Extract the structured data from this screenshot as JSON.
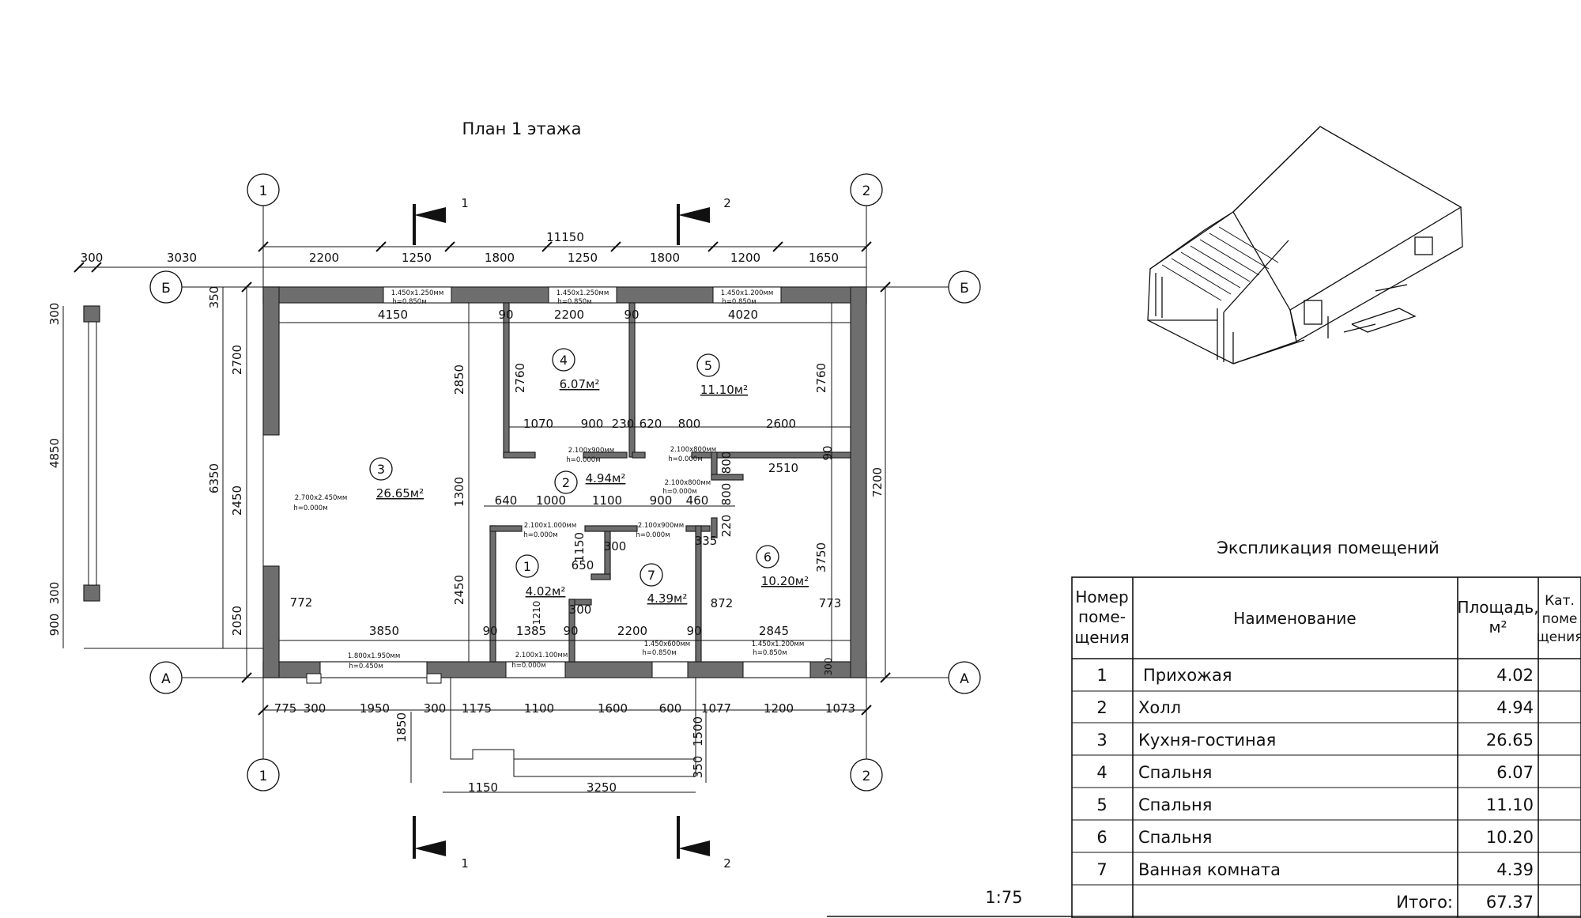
{
  "plan": {
    "title": "План 1 этажа",
    "scale": "1:75",
    "axes": {
      "one": "1",
      "two": "2",
      "a": "А",
      "b": "Б"
    },
    "sections": {
      "one": "1",
      "two": "2"
    },
    "dims": {
      "overall_top": "11150",
      "top_chain": [
        "2200",
        "1250",
        "1800",
        "1250",
        "1800",
        "1200",
        "1650"
      ],
      "porch_top": [
        "300",
        "3030"
      ],
      "bottom_chain": [
        "775",
        "300",
        "1950",
        "300",
        "1175",
        "1100",
        "1600",
        "600",
        "1077",
        "1200",
        "1073"
      ],
      "porch_bottom": [
        "1150",
        "3250"
      ],
      "porch_vert": [
        "1850",
        "1500",
        "350"
      ],
      "left_outer": "6350",
      "left_chain": [
        "350",
        "2700",
        "2450",
        "2050"
      ],
      "porch_left": [
        "300",
        "4850",
        "300",
        "900"
      ],
      "right_overall": "7200",
      "row1": [
        "4150",
        "90",
        "2200",
        "90",
        "4020"
      ],
      "row2": [
        "1070",
        "900",
        "230",
        "620",
        "800",
        "2600"
      ],
      "row3": [
        "640",
        "1000",
        "1100",
        "900",
        "460",
        "2510"
      ],
      "row4": [
        "772",
        "3850",
        "90",
        "1385",
        "90",
        "2200",
        "90",
        "2845",
        "773",
        "872"
      ],
      "vert": [
        "2850",
        "2760",
        "2760",
        "1300",
        "2450",
        "3750",
        "90",
        "800",
        "800",
        "220",
        "335",
        "1150",
        "650",
        "300",
        "300",
        "1210",
        "300"
      ]
    },
    "rooms": [
      {
        "num": "1",
        "area": "4.02м²"
      },
      {
        "num": "2",
        "area": "4.94м²"
      },
      {
        "num": "3",
        "area": "26.65м²"
      },
      {
        "num": "4",
        "area": "6.07м²"
      },
      {
        "num": "5",
        "area": "11.10м²"
      },
      {
        "num": "6",
        "area": "10.20м²"
      },
      {
        "num": "7",
        "area": "4.39м²"
      }
    ],
    "openings": {
      "w_top1": [
        "1.450х1.250мм",
        "h=0.850м"
      ],
      "w_top2": [
        "1.450х1.250мм",
        "h=0.850м"
      ],
      "w_top3": [
        "1.450х1.200мм",
        "h=0.850м"
      ],
      "w_big": [
        "1.800х1.950мм",
        "h=0.450м"
      ],
      "w_b2": [
        "1.450х600мм",
        "h=0.850м"
      ],
      "w_b3": [
        "1.450х1.200мм",
        "h=0.850м"
      ],
      "d_entry": [
        "2.700х2.450мм",
        "h=0.000м"
      ],
      "d1": [
        "2.100х900мм",
        "h=0.000м"
      ],
      "d2": [
        "2.100х800мм",
        "h=0.000м"
      ],
      "d3": [
        "2.100х800мм",
        "h=0.000м"
      ],
      "d4": [
        "2.100х1.000мм",
        "h=0.000м"
      ],
      "d5": [
        "2.100х900мм",
        "h=0.000м"
      ],
      "d6": [
        "2.100х1.100мм",
        "h=0.000м"
      ]
    }
  },
  "explication": {
    "title": "Экспликация помещений",
    "headers": {
      "num": [
        "Номер",
        "поме-",
        "щения"
      ],
      "name": "Наименование",
      "area": [
        "Площадь,",
        "м²"
      ],
      "cat": [
        "Кат.",
        "поме",
        "щения"
      ]
    },
    "rows": [
      {
        "num": "1",
        "name": "Прихожая",
        "area": "4.02"
      },
      {
        "num": "2",
        "name": "Холл",
        "area": "4.94"
      },
      {
        "num": "3",
        "name": "Кухня-гостиная",
        "area": "26.65"
      },
      {
        "num": "4",
        "name": "Спальня",
        "area": "6.07"
      },
      {
        "num": "5",
        "name": "Спальня",
        "area": "11.10"
      },
      {
        "num": "6",
        "name": "Спальня",
        "area": "10.20"
      },
      {
        "num": "7",
        "name": "Ванная комната",
        "area": "4.39"
      }
    ],
    "total_label": "Итого:",
    "total_value": "67.37"
  }
}
